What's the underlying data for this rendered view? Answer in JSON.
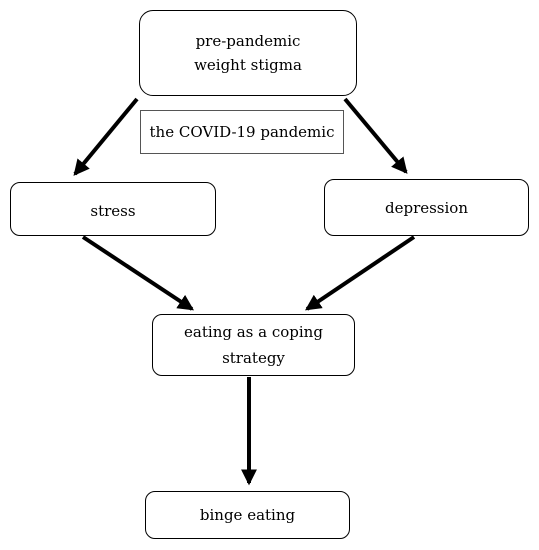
{
  "diagram": {
    "nodes": {
      "pre_pandemic": {
        "line1": "pre-pandemic",
        "line2": "weight stigma"
      },
      "covid": "the COVID-19 pandemic",
      "stress": "stress",
      "depression": "depression",
      "coping": {
        "line1": "eating as a coping",
        "line2": "strategy"
      },
      "binge": "binge eating"
    },
    "edges": [
      {
        "from": "pre-pandemic weight stigma",
        "to": "stress"
      },
      {
        "from": "pre-pandemic weight stigma",
        "to": "depression"
      },
      {
        "from": "stress",
        "to": "eating as a coping strategy"
      },
      {
        "from": "depression",
        "to": "eating as a coping strategy"
      },
      {
        "from": "eating as a coping strategy",
        "to": "binge eating"
      }
    ],
    "colors": {
      "line": "#000000",
      "background": "#ffffff"
    }
  }
}
